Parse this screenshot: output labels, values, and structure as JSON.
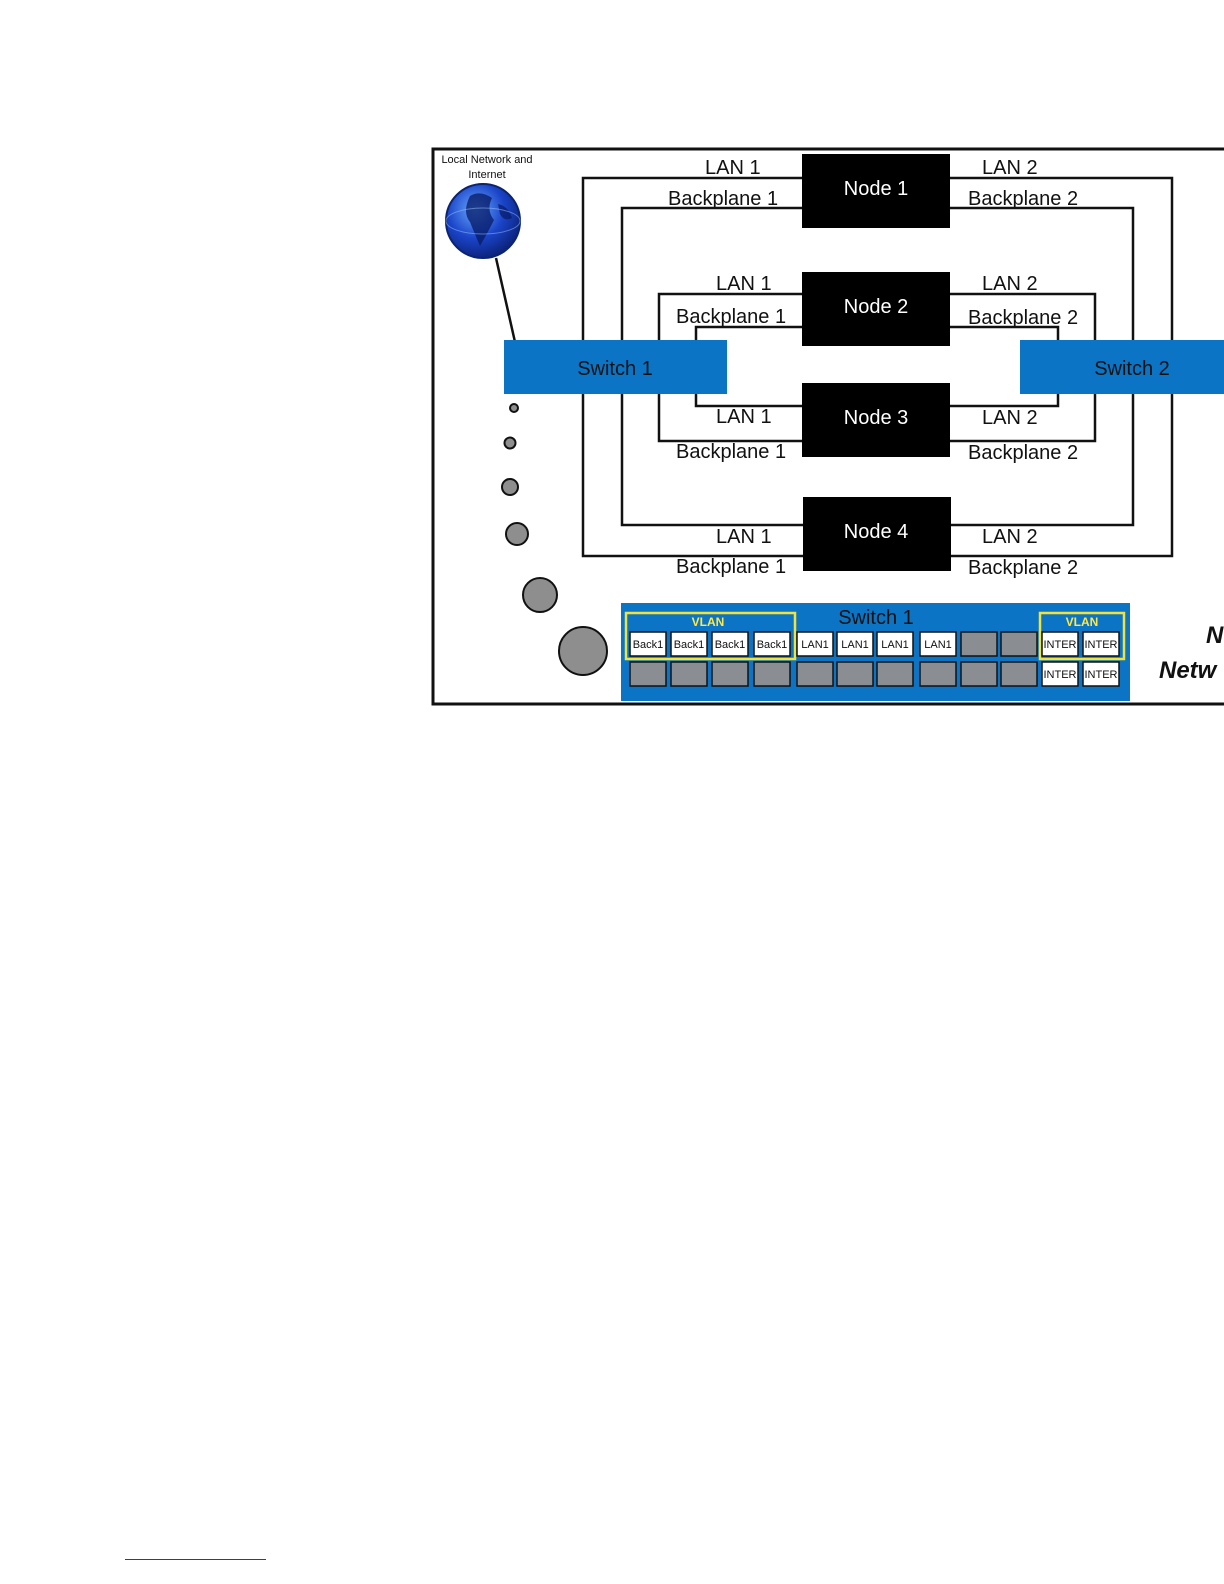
{
  "diagram": {
    "internet_label_line1": "Local Network and",
    "internet_label_line2": "Internet",
    "nodes": [
      {
        "name": "Node 1",
        "lan_left": "LAN 1",
        "bp_left": "Backplane 1",
        "lan_right": "LAN 2",
        "bp_right": "Backplane 2"
      },
      {
        "name": "Node 2",
        "lan_left": "LAN 1",
        "bp_left": "Backplane 1",
        "lan_right": "LAN 2",
        "bp_right": "Backplane 2"
      },
      {
        "name": "Node 3",
        "lan_left": "LAN 1",
        "bp_left": "Backplane 1",
        "lan_right": "LAN 2",
        "bp_right": "Backplane 2"
      },
      {
        "name": "Node 4",
        "lan_left": "LAN 1",
        "bp_left": "Backplane 1",
        "lan_right": "LAN 2",
        "bp_right": "Backplane 2"
      }
    ],
    "switch_left": "Switch 1",
    "switch_right": "Switch 2",
    "panel": {
      "title": "Switch 1",
      "vlan_left": "VLAN",
      "vlan_right": "VLAN",
      "top_ports": [
        "Back1",
        "Back1",
        "Back1",
        "Back1",
        "LAN1",
        "LAN1",
        "LAN1",
        "LAN1",
        "",
        "",
        "INTER",
        "INTER"
      ],
      "bottom_ports": [
        "",
        "",
        "",
        "",
        "",
        "",
        "",
        "",
        "",
        "",
        "INTER",
        "INTER"
      ]
    },
    "right_edge_fragment_1": "N",
    "right_edge_fragment_2": "Netw"
  },
  "colors": {
    "switch_blue": "#0b74c4",
    "node_black": "#000000",
    "vlan_yellow": "#f2e23c",
    "port_gray": "#8a8e93",
    "dot_gray": "#8e8e8e"
  }
}
